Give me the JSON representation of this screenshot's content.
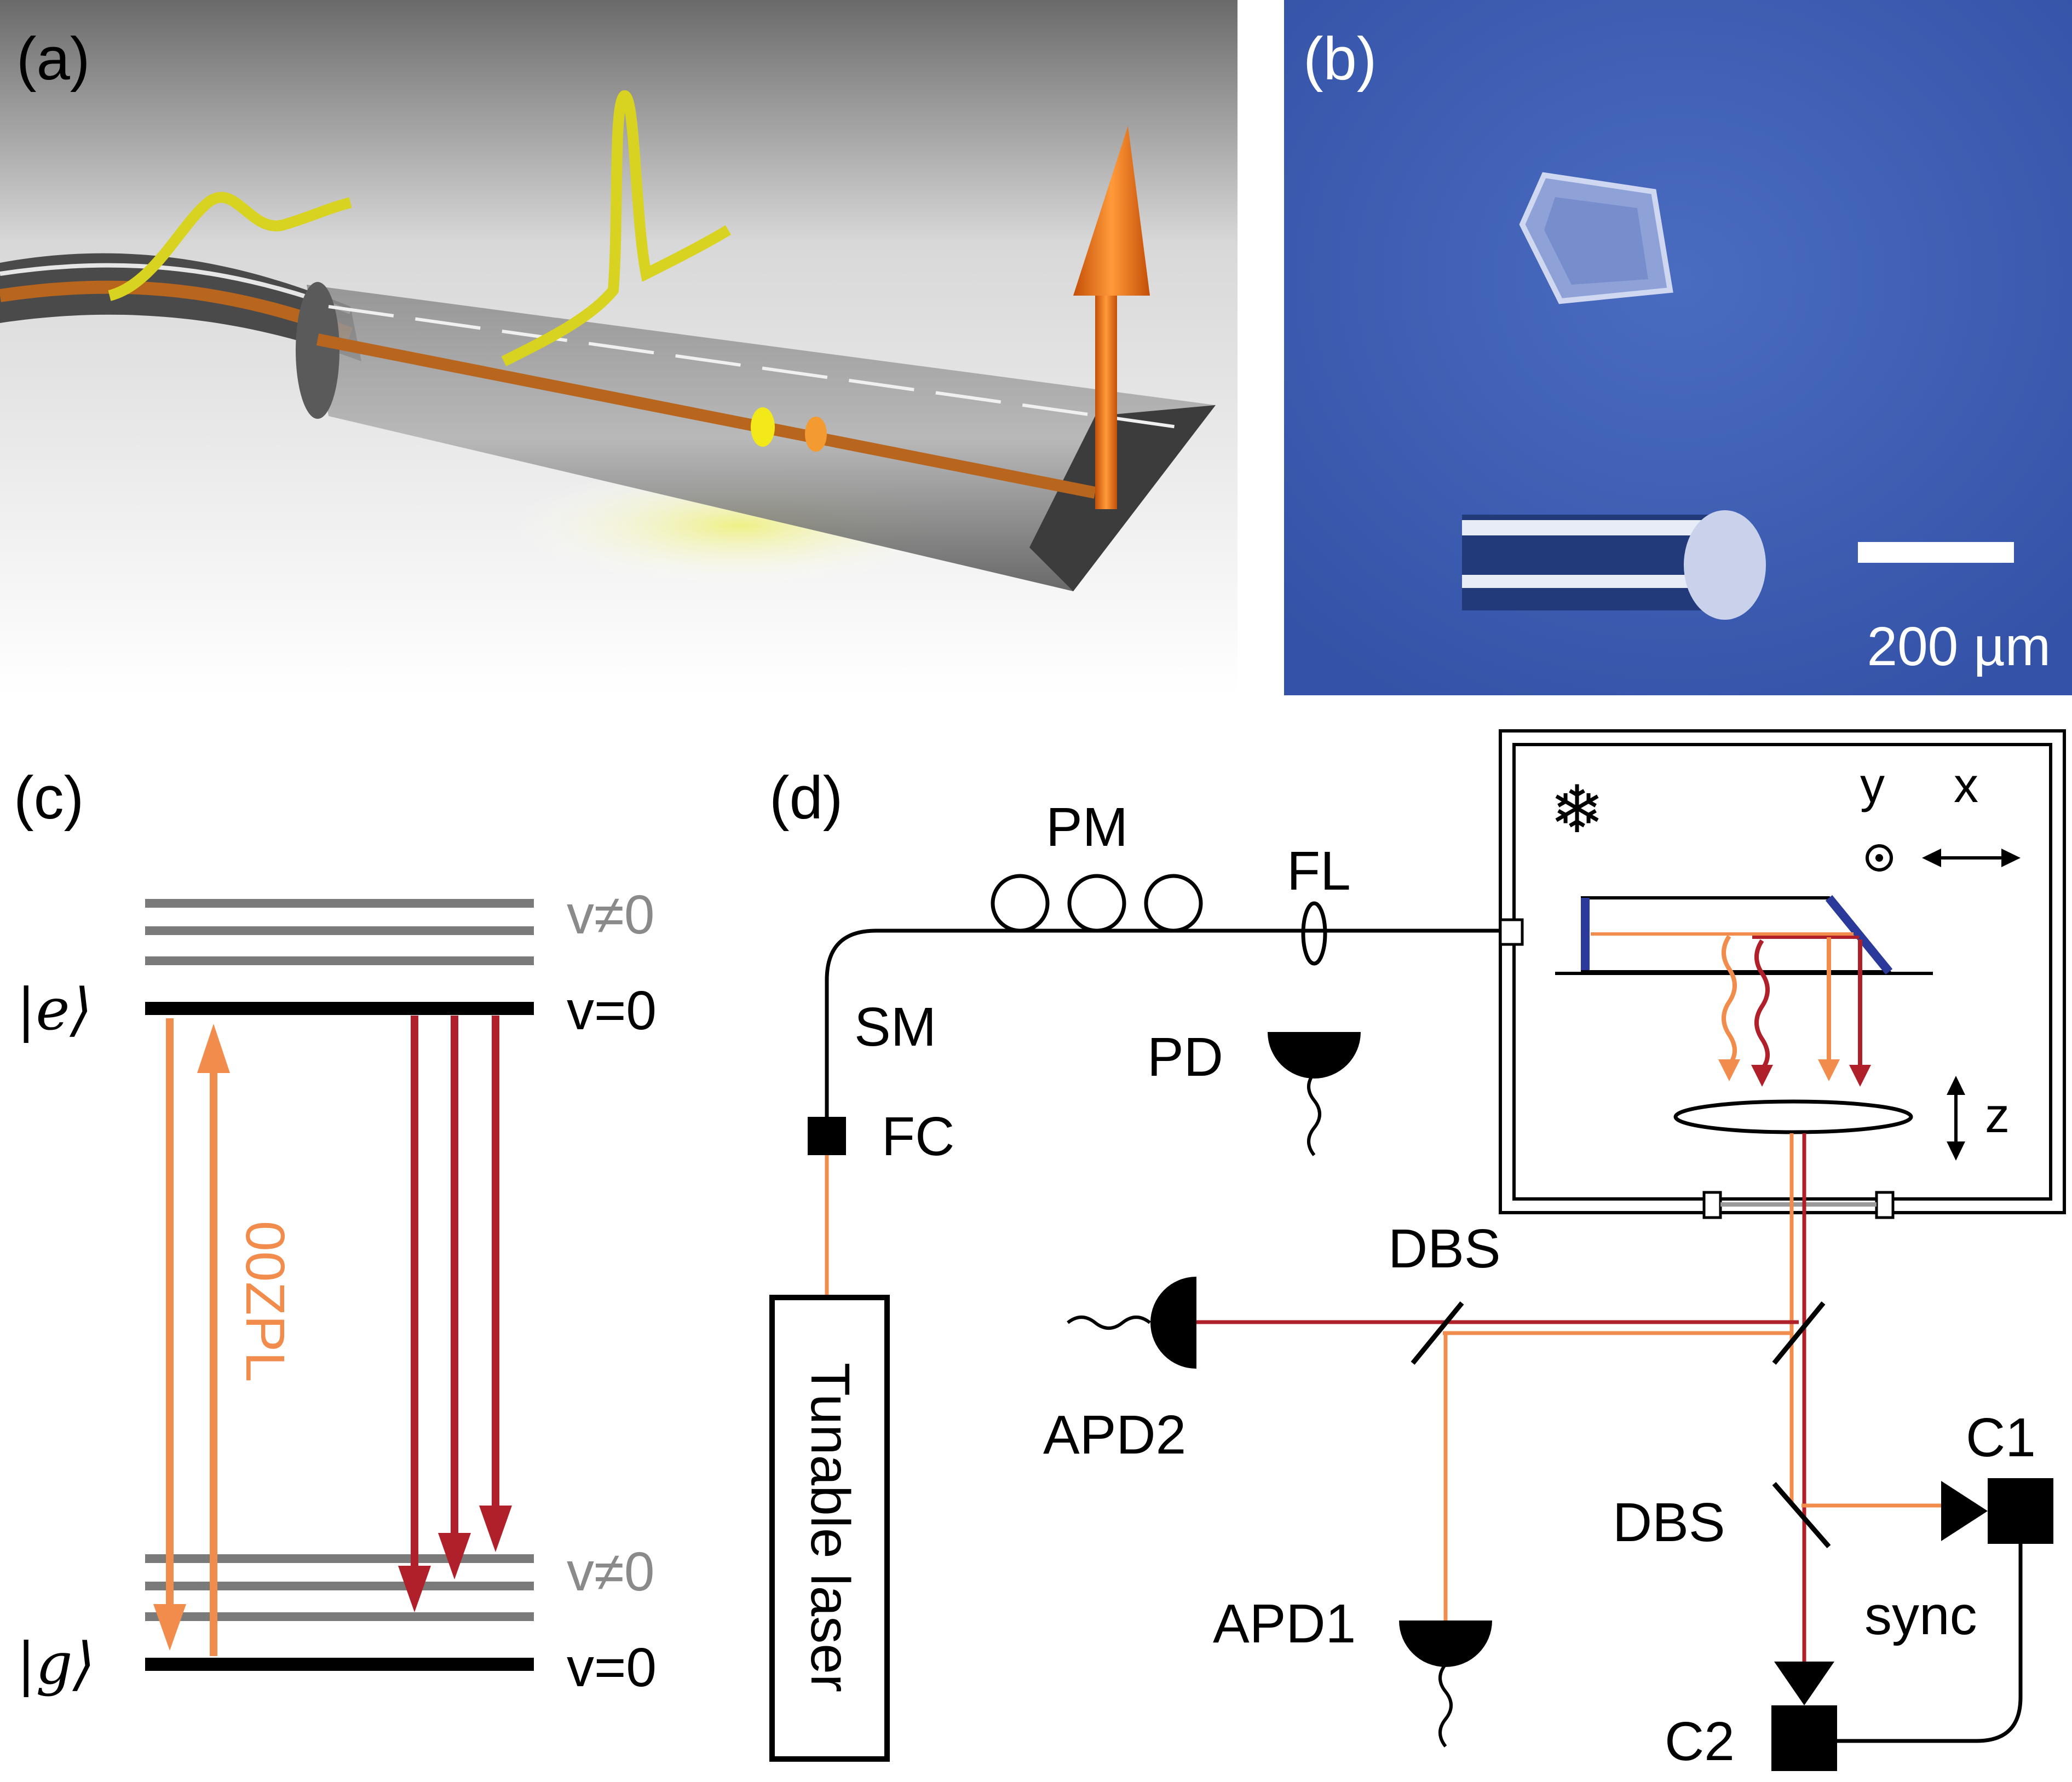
{
  "colors": {
    "black": "#000000",
    "orange": "#f28c4c",
    "darkred": "#b0202a",
    "gray": "#7a7a7a",
    "panel_b_blue": "#3e5fb0",
    "mirror_blue": "#2b3a9a",
    "fiber_yellow": "#d8d320",
    "arrow_orange": "#f07c1e"
  },
  "panels": {
    "a": {
      "label": "(a)"
    },
    "b": {
      "label": "(b)",
      "scalebar_text": "200 µm"
    },
    "c": {
      "label": "(c)",
      "excited_state": "|e⟩",
      "ground_state": "|g⟩",
      "v_ne0_upper": "v≠0",
      "v_eq0_upper": "v=0",
      "v_ne0_lower": "v≠0",
      "v_eq0_lower": "v=0",
      "zpl_label": "00ZPL"
    },
    "d": {
      "label": "(d)",
      "pm": "PM",
      "fl": "FL",
      "sm": "SM",
      "pd": "PD",
      "fc": "FC",
      "laser": "Tunable laser",
      "dbs_top": "DBS",
      "dbs_right": "DBS",
      "apd2": "APD2",
      "apd1": "APD1",
      "c1": "C1",
      "c2": "C2",
      "sync": "sync",
      "snowflake": "❄",
      "axis_y": "y",
      "axis_x": "x",
      "axis_z": "z",
      "y_symbol": "⊙",
      "x_arrow": "⟷",
      "z_arrow": "↕"
    }
  }
}
